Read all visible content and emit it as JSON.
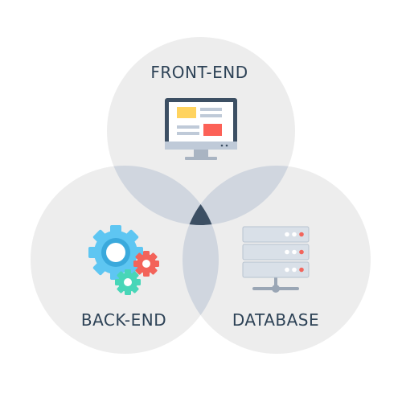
{
  "colors": {
    "circle_fill": "#ededed",
    "overlap_fill": "#d0d6df",
    "center_fill": "#3c4f63",
    "label_text": "#2d4256",
    "monitor_frame": "#3c4f63",
    "monitor_screen": "#ffffff",
    "monitor_yellow": "#ffd35e",
    "monitor_red": "#fc6157",
    "monitor_lines": "#bfcad8",
    "monitor_stand": "#a9b4c2",
    "gear_blue": "#5ec6f2",
    "gear_blue_dark": "#3aa9dc",
    "gear_red": "#f3635a",
    "gear_teal": "#48d6b8",
    "server_body": "#d9e0e8",
    "server_border": "#b8c3cf",
    "server_led_white": "#ffffff",
    "server_led_red": "#f2655c",
    "server_cable": "#9aa6b5"
  },
  "sections": {
    "front_end": {
      "label": "FRONT-END",
      "icon": "monitor-icon"
    },
    "back_end": {
      "label": "BACK-END",
      "icon": "gears-icon"
    },
    "database": {
      "label": "DATABASE",
      "icon": "server-icon"
    }
  }
}
